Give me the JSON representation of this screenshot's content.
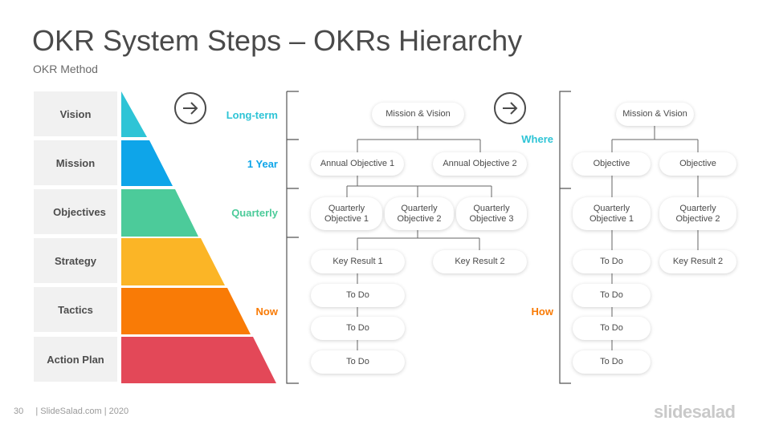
{
  "header": {
    "title": "OKR System Steps – OKRs Hierarchy",
    "subtitle": "OKR Method"
  },
  "pyramid": {
    "levels": [
      {
        "label": "Vision",
        "color": "#2ec4d6"
      },
      {
        "label": "Mission",
        "color": "#0ea5e9"
      },
      {
        "label": "Objectives",
        "color": "#4ccb9a"
      },
      {
        "label": "Strategy",
        "color": "#fbb526"
      },
      {
        "label": "Tactics",
        "color": "#f97b06"
      },
      {
        "label": "Action Plan",
        "color": "#e34858"
      }
    ]
  },
  "timeframes": {
    "long_term": {
      "label": "Long-term",
      "color": "#2ec4d6"
    },
    "one_year": {
      "label": "1 Year",
      "color": "#0ea5e9"
    },
    "quarterly": {
      "label": "Quarterly",
      "color": "#4ccb9a"
    },
    "now": {
      "label": "Now",
      "color": "#f97b06"
    },
    "where": {
      "label": "Where",
      "color": "#2ec4d6"
    },
    "how": {
      "label": "How",
      "color": "#f97b06"
    }
  },
  "tree_left": {
    "root": "Mission & Vision",
    "annual": [
      "Annual Objective 1",
      "Annual Objective 2"
    ],
    "quarterly": [
      "Quarterly\nObjective 1",
      "Quarterly\nObjective 2",
      "Quarterly\nObjective 3"
    ],
    "key_results": [
      "Key Result 1",
      "Key Result 2"
    ],
    "todos": [
      "To Do",
      "To Do",
      "To Do"
    ]
  },
  "tree_right": {
    "root": "Mission & Vision",
    "objectives": [
      "Objective",
      "Objective"
    ],
    "quarterly": [
      "Quarterly\nObjective 1",
      "Quarterly\nObjective 2"
    ],
    "level3": [
      "To Do",
      "Key Result 2"
    ],
    "todos": [
      "To Do",
      "To Do",
      "To Do"
    ]
  },
  "icons": {
    "arrow1": "arrow-right-circle-icon",
    "arrow2": "arrow-right-circle-icon"
  },
  "footer": {
    "page": "30",
    "credit": "| SlideSalad.com | 2020",
    "logo": "slidesalad"
  }
}
